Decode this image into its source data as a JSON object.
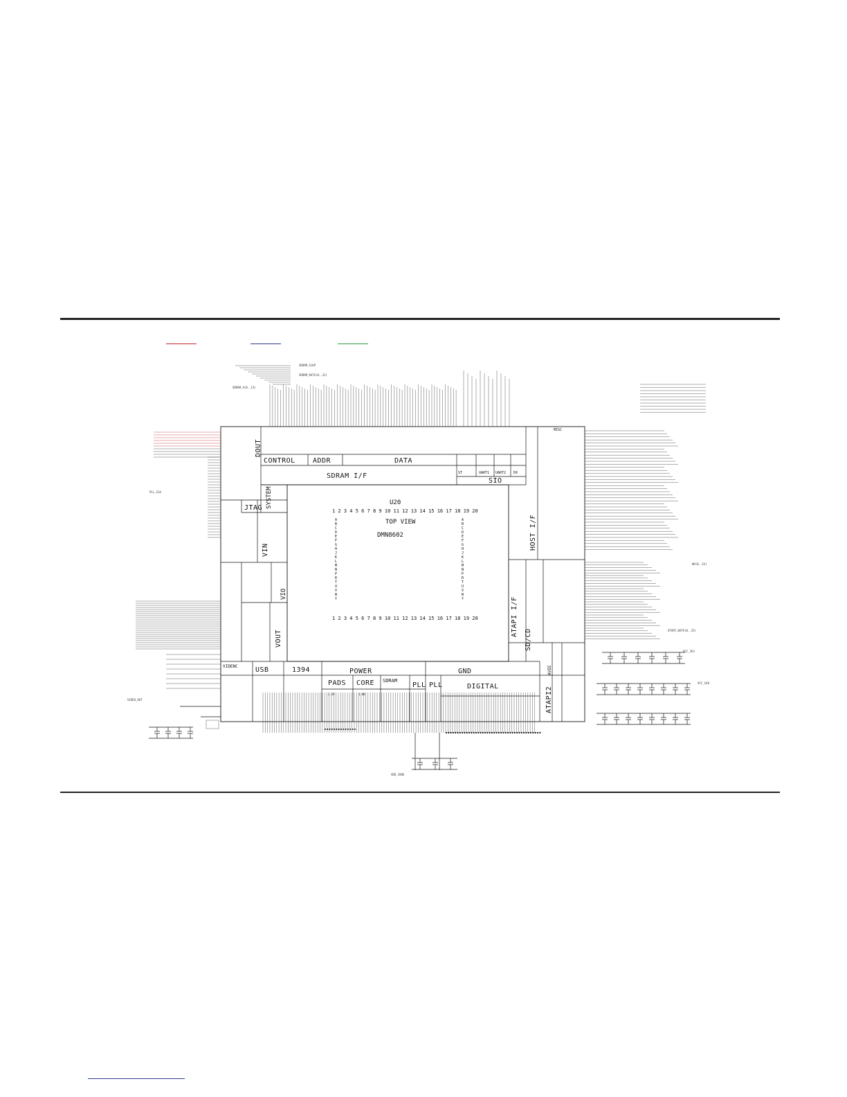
{
  "colors": {
    "rule": "#222222",
    "legend": [
      "#c0262d",
      "#2b3a8f",
      "#2e9b45"
    ],
    "ink": "#111111",
    "footer": "#2b3a8f"
  },
  "chip": {
    "ref": "U20",
    "view": "TOP VIEW",
    "part": "DMN8602",
    "col_numbers": "1 2 3 4 5 6 7 8 9 10 11 12 13 14 15 16 17 18 19 20",
    "row_letters": [
      "A",
      "B",
      "C",
      "D",
      "E",
      "F",
      "G",
      "H",
      "J",
      "K",
      "L",
      "M",
      "N",
      "P",
      "R",
      "T",
      "U",
      "V",
      "W",
      "Y"
    ]
  },
  "blocks": {
    "control": "CONTROL",
    "addr": "ADDR",
    "data": "DATA",
    "sdram_if": "SDRAM I/F",
    "sio": "SIO",
    "st": "ST",
    "uart1": "UART1",
    "uart2": "UART2",
    "dx": "DX",
    "dout": "DOUT",
    "system": "SYSTEM",
    "jtag": "JTAG",
    "vin": "VIN",
    "vio": "VIO",
    "vout": "VOUT",
    "videnc": "VIDENC",
    "usb": "USB",
    "ieee1394": "1394",
    "power": "POWER",
    "gnd": "GND",
    "pads": "PADS",
    "core": "CORE",
    "sdram": "SDRAM",
    "pll": "PLL",
    "digital": "DIGITAL",
    "host_if": "HOST I/F",
    "atapi_if": "ATAPI I/F",
    "sd_cd": "SD/CD",
    "atapi2": "ATAPI2",
    "avee": "AVEE",
    "misc": "MISC",
    "pwr_3v3": "3.3V",
    "pwr_1v8": "1.8V"
  },
  "net_labels": {
    "sdram_clkp": "SDRAM_CLKP",
    "sdram_data": "SDRAM_DATA(0..31)",
    "sdram_addr": "SDRAM_A(0..13)",
    "pll_clk": "PLL_CLK",
    "hd_data": "HD(0..15)",
    "atapi_data": "ATAPI_DATA(0..15)",
    "vcc_3v3": "VCC_3V3",
    "vcc_1v8": "VCC_1V8",
    "video_out": "VIDEO_OUT",
    "vdd_core": "VDD_CORE"
  }
}
